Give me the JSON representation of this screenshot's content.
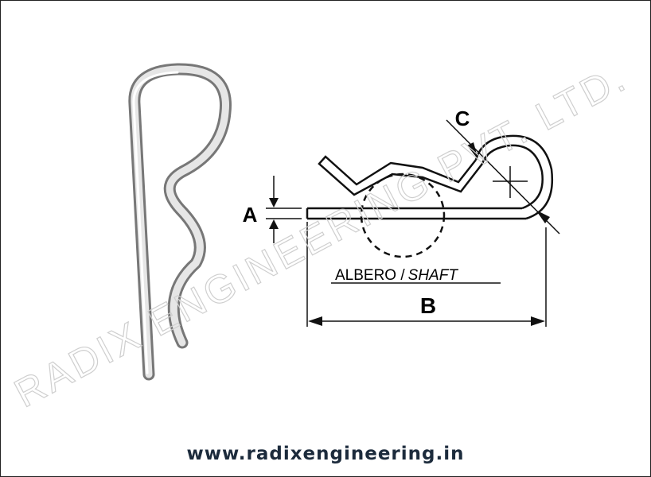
{
  "diagram": {
    "label_a": "A",
    "label_b": "B",
    "label_c": "C",
    "shaft_label_it": "ALBERO /",
    "shaft_label_en": "SHAFT"
  },
  "watermark": "RADIX ENGINEERING PVT. LTD.",
  "footer": {
    "url": "www.radixengineering.in"
  },
  "colors": {
    "line": "#111111",
    "url": "#1c2b3c",
    "watermark": "#cfcfcf"
  }
}
